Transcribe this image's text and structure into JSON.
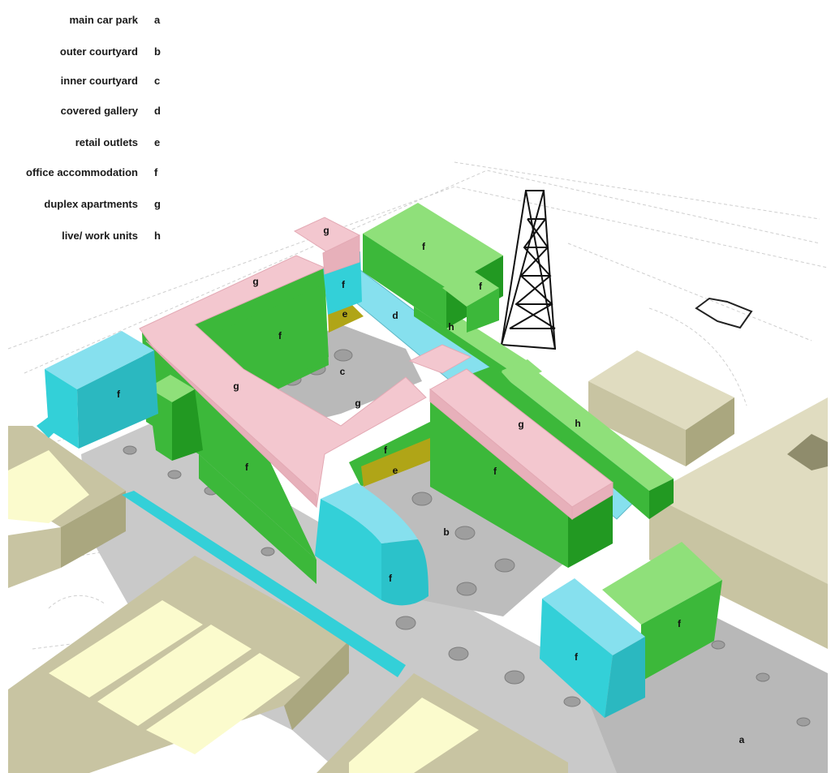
{
  "legend": [
    {
      "label": "main car park",
      "key": "a"
    },
    {
      "label": "outer courtyard",
      "key": "b"
    },
    {
      "label": "inner courtyard",
      "key": "c"
    },
    {
      "label": "covered gallery",
      "key": "d"
    },
    {
      "label": "retail outlets",
      "key": "e"
    },
    {
      "label": "office accommodation",
      "key": "f"
    },
    {
      "label": "duplex apartments",
      "key": "g"
    },
    {
      "label": "live/ work units",
      "key": "h"
    }
  ],
  "colors": {
    "office_cyan": "#33d0d8",
    "office_green": "#3cb83a",
    "duplex_pink": "#f3c7cf",
    "gallery_blue": "#86e0ee",
    "retail_olive": "#b0a517",
    "live_work_green": "#8fe07a",
    "ground_grey": "#c9c9c9",
    "neighbour_tan": "#c8c4a2",
    "roof_cream": "#fbfbcd"
  },
  "diagram_labels": {
    "a": "a",
    "b": "b",
    "c": "c",
    "d": "d",
    "e": "e",
    "f": "f",
    "g": "g",
    "h": "h"
  }
}
